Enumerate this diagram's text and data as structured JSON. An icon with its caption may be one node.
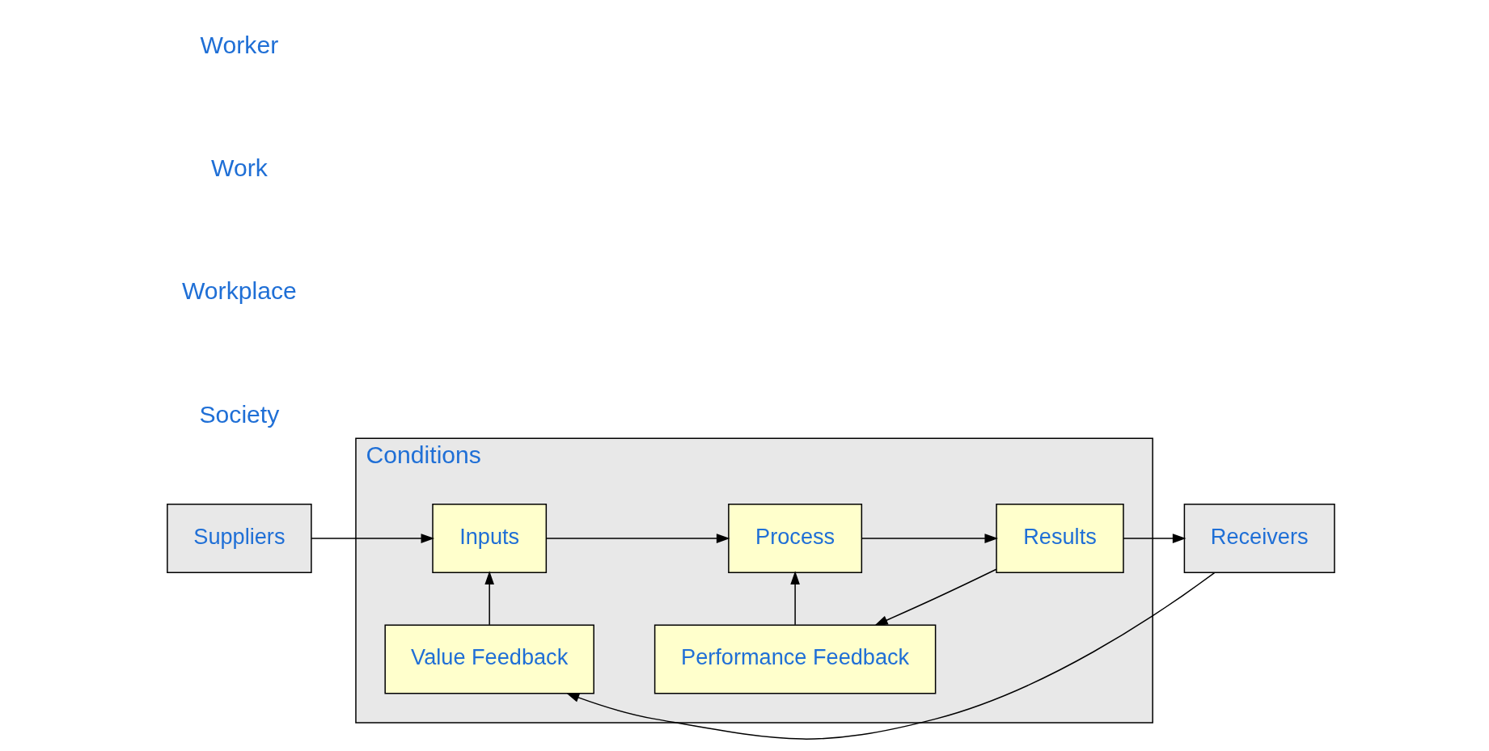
{
  "diagram": {
    "nodes": [
      {
        "text": [
          "Conditions"
        ]
      },
      {
        "text": [
          "Suppliers"
        ]
      },
      {
        "text": [
          "Inputs"
        ],
        "in": 0
      },
      {
        "text": [
          "Process"
        ],
        "in": 0
      },
      {
        "text": [
          "Results"
        ],
        "in": 0
      },
      {
        "text": [
          "Performance Feedback"
        ],
        "in": 0
      },
      {
        "text": [
          "Value Feedback"
        ],
        "in": 0
      },
      {
        "text": [
          "Receivers"
        ]
      }
    ],
    "edges": [
      {
        "from": 1,
        "to": 2,
        "arrow": "to"
      },
      {
        "from": 2,
        "to": 3,
        "arrow": "to"
      },
      {
        "from": 3,
        "to": 4,
        "arrow": "to"
      },
      {
        "from": 4,
        "to": 7,
        "arrow": "to"
      },
      {
        "from": 4,
        "to": 5,
        "arrow": "to"
      },
      {
        "from": 5,
        "to": 3,
        "arrow": "to"
      },
      {
        "from": 7,
        "to": 6,
        "arrow": "to"
      },
      {
        "from": 6,
        "to": 2,
        "arrow": "to"
      }
    ],
    "labels": [
      "Society",
      "Workplace",
      "Work",
      "Worker"
    ]
  }
}
